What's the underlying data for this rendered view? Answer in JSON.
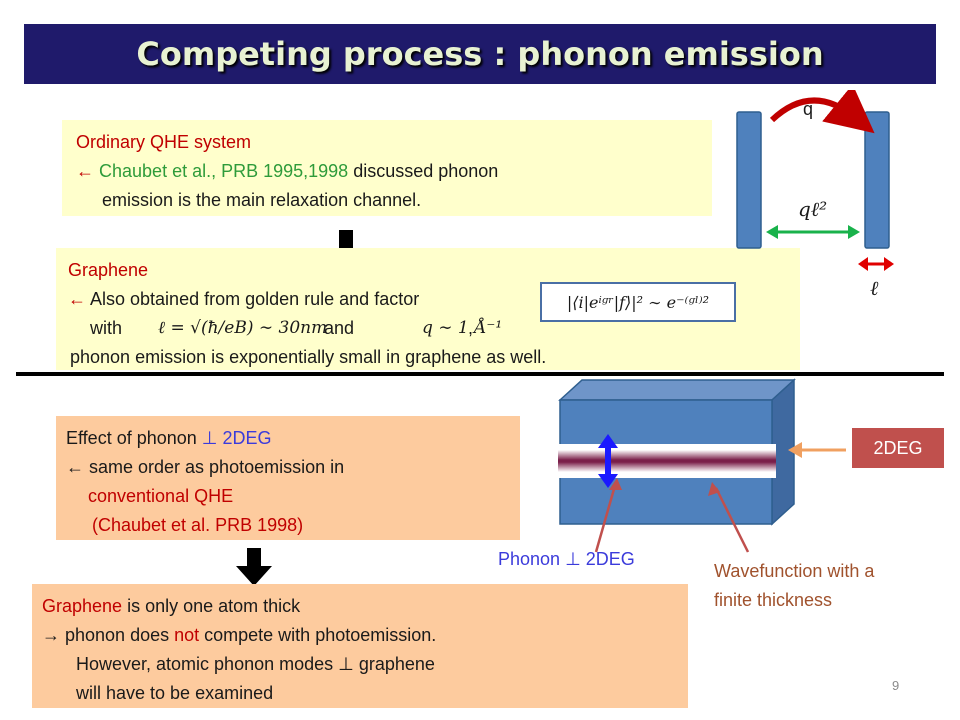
{
  "title": "Competing process : phonon emission",
  "box1": {
    "line1": "Ordinary QHE system",
    "arrow": "←",
    "cite": "Chaubet et al., PRB 1995,1998",
    "line2_rest": " discussed phonon",
    "line3": "emission is the main relaxation channel."
  },
  "box2": {
    "label": "Graphene",
    "arrow": "←",
    "line2": " Also obtained from golden rule and factor",
    "with": "with",
    "eq1": "ℓ = √(ħ/eB) ∼ 30nm",
    "and": "and",
    "eq2": "q ∼ 1 Å⁻¹",
    "comma": ",",
    "eq_matrix": "|⟨i|eⁱᵍʳ|f⟩|² ∼ e⁻⁽ᵍˡ⁾²",
    "line4": "phonon emission is exponentially small in graphene as well."
  },
  "diagram_top": {
    "q_label": "q",
    "ql2_label": "qℓ²",
    "ell_label": "ℓ"
  },
  "box3": {
    "line1_pre": "Effect of phonon ",
    "perp": "⊥",
    "line1_post": " 2DEG",
    "arrow": "←",
    "line2": " same order as photoemission in",
    "line3": "conventional QHE",
    "line4": "(Chaubet et al. PRB 1998)"
  },
  "box4": {
    "graphene": "Graphene",
    "line1_rest": " is only one atom thick",
    "arrow": "→",
    "line2_pre": " phonon does ",
    "not": "not",
    "line2_post": " compete with photoemission.",
    "line3_pre": "However, atomic phonon modes ",
    "perp": "⊥",
    "line3_post": " graphene",
    "line4": "will have to be examined"
  },
  "diagram_bottom": {
    "badge": "2DEG",
    "phonon_pre": "Phonon ",
    "phonon_perp": "⊥",
    "phonon_post": " 2DEG",
    "wave_line1": "Wavefunction with a",
    "wave_line2": "finite thickness"
  },
  "page_number": "9",
  "colors": {
    "title_bg": "#1f1a6b",
    "yellow_box": "#ffffcc",
    "peach_box": "#fdcb9e",
    "red": "#c00000",
    "green": "#2e9b3a",
    "blue": "#3b3bdb",
    "brown": "#a0522d",
    "badge": "#c0504d"
  }
}
